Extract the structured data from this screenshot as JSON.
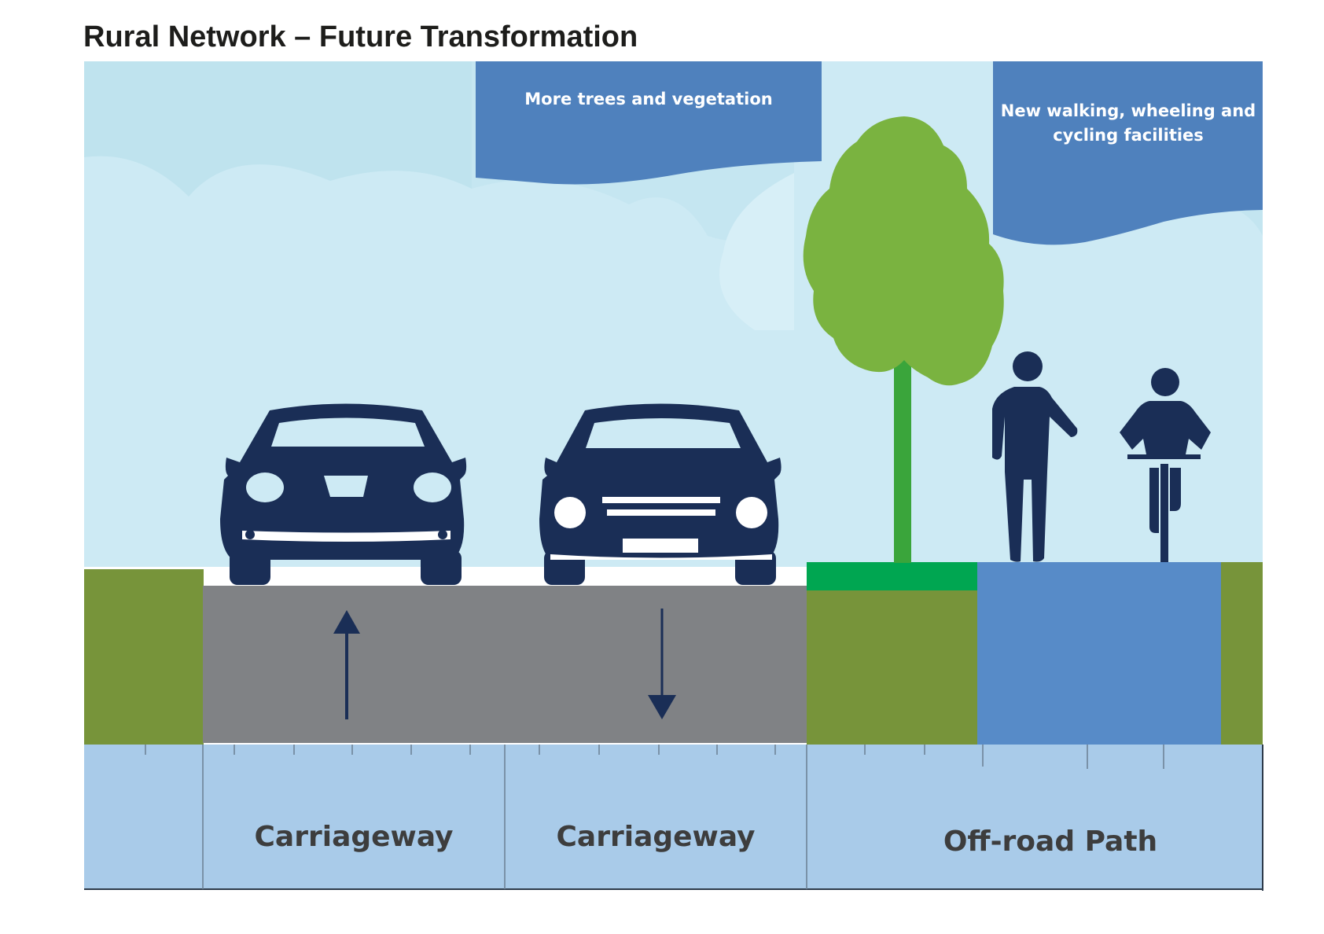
{
  "title": "Rural Network – Future Transformation",
  "callouts": {
    "trees": "More trees and vegetation",
    "active_travel": "New walking, wheeling and cycling facilities"
  },
  "sections": [
    {
      "id": "verge-left",
      "label": ""
    },
    {
      "id": "carriageway-1",
      "label": "Carriageway",
      "direction": "up"
    },
    {
      "id": "carriageway-2",
      "label": "Carriageway",
      "direction": "down"
    },
    {
      "id": "off-road-path",
      "label": "Off-road Path"
    }
  ],
  "colors": {
    "sky": "#cdeaf4",
    "cloud": "#bfe3ee",
    "callout": "#4f81bd",
    "verge": "#77943a",
    "grass_strip": "#00a651",
    "road": "#808285",
    "path": "#578bc8",
    "base": "#a9cbe9",
    "vehicle": "#1a2e56",
    "tree": "#7ab340",
    "trunk": "#3aa53b"
  },
  "icons": [
    "car-icon",
    "car-icon",
    "arrow-up-icon",
    "arrow-down-icon",
    "tree-icon",
    "pedestrian-icon",
    "cyclist-icon"
  ]
}
